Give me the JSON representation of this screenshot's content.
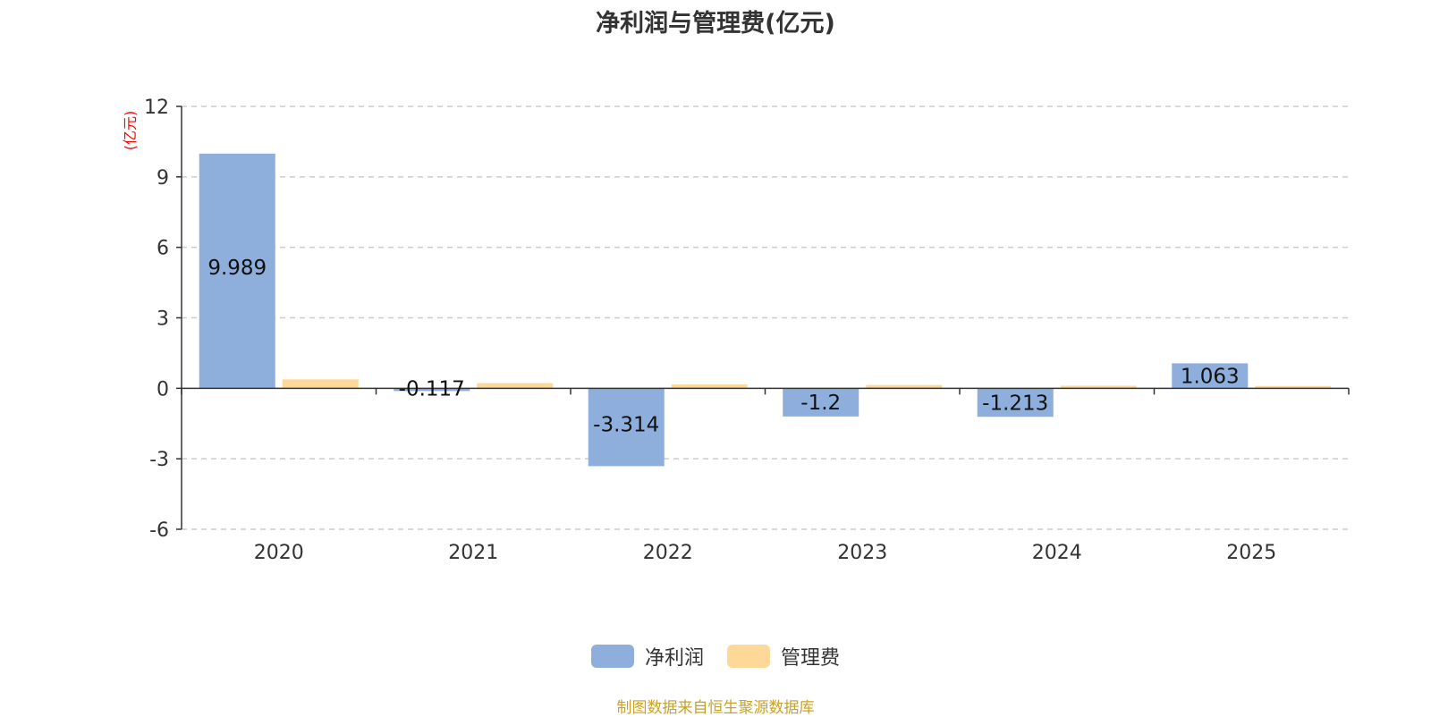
{
  "chart_data": {
    "type": "bar",
    "title": "净利润与管理费(亿元)",
    "ylabel": "(亿元)",
    "categories": [
      "2020",
      "2021",
      "2022",
      "2023",
      "2024",
      "2025"
    ],
    "series": [
      {
        "name": "净利润",
        "values": [
          9.989,
          -0.117,
          -3.314,
          -1.2,
          -1.213,
          1.063
        ],
        "labels": [
          "9.989",
          "-0.117",
          "-3.314",
          "-1.2",
          "-1.213",
          "1.063"
        ],
        "color": "#8eaedb"
      },
      {
        "name": "管理费",
        "values": [
          0.38,
          0.22,
          0.16,
          0.14,
          0.11,
          0.1
        ],
        "color": "#fdd899"
      }
    ],
    "ylim": [
      -6,
      12
    ],
    "yticks": [
      -6,
      -3,
      0,
      3,
      6,
      9,
      12
    ],
    "grid": true,
    "legend_position": "bottom"
  },
  "colors": {
    "ylabel": "#ff0000",
    "source": "#c9a227"
  },
  "footer": {
    "source": "制图数据来自恒生聚源数据库"
  }
}
